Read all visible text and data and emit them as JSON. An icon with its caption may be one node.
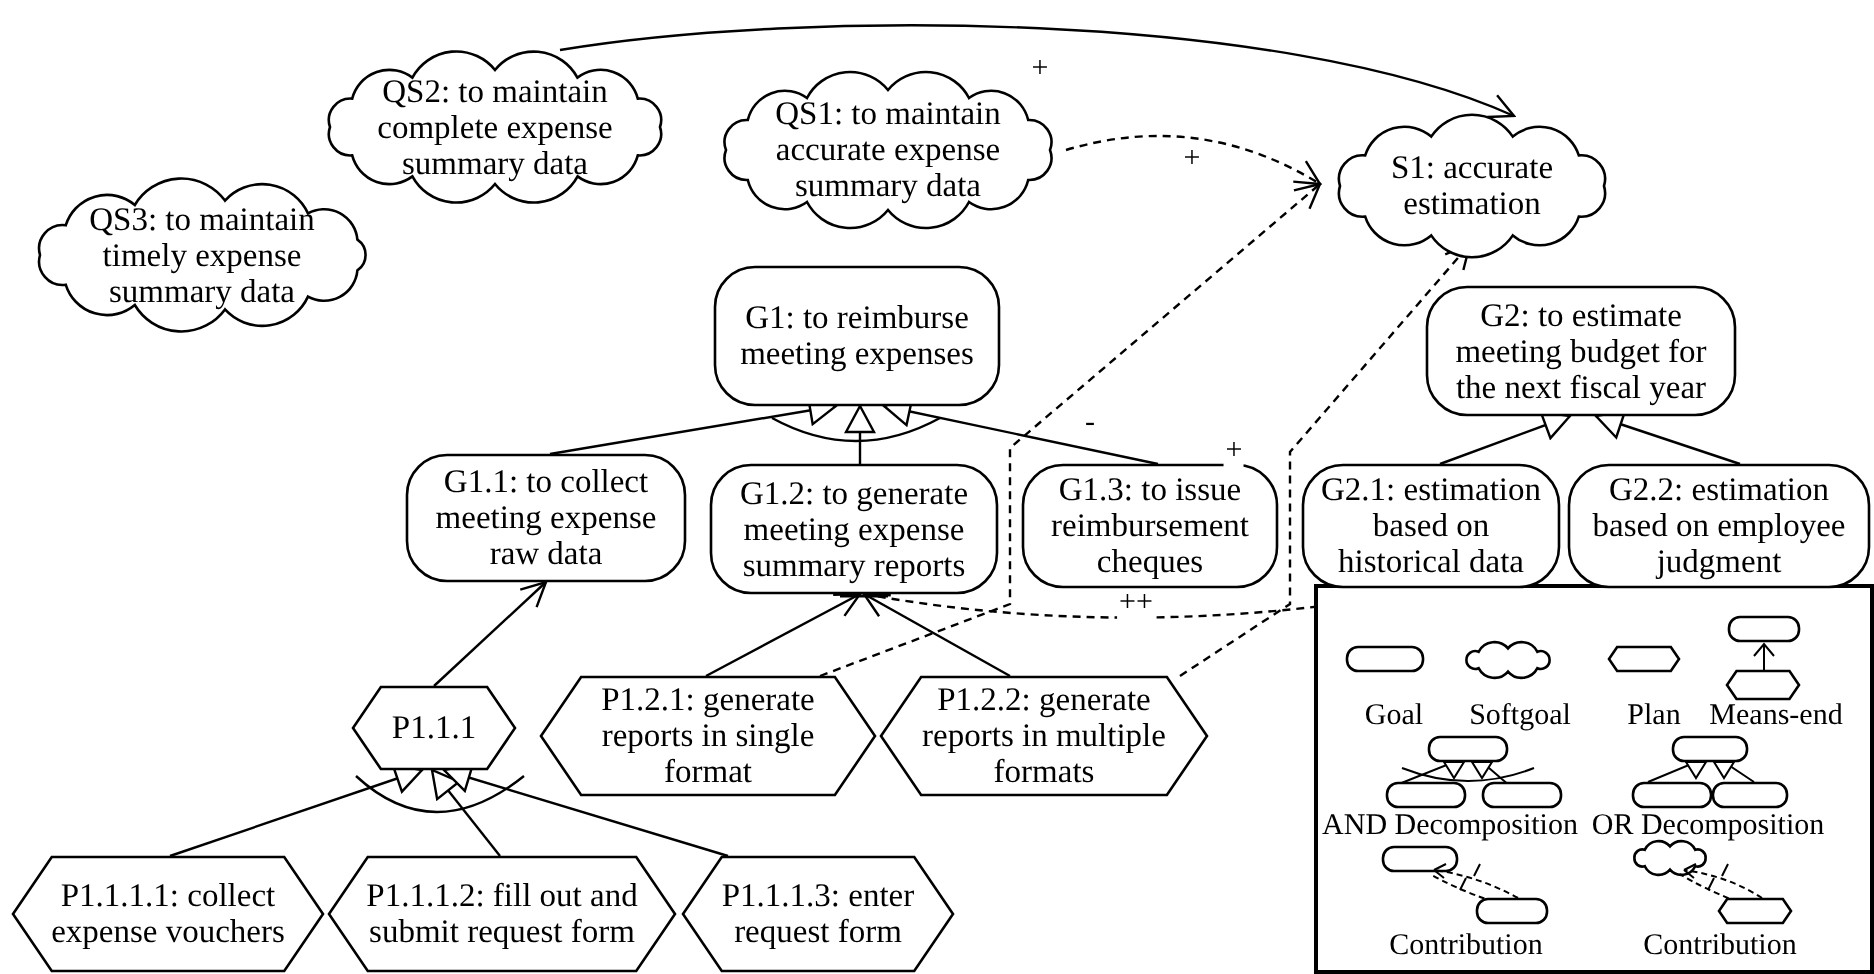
{
  "diagram": {
    "nodes": [
      {
        "text": [
          "QS2: to maintain complete expense summary data"
        ]
      },
      {
        "text": [
          "QS1: to maintain accurate expense summary data"
        ]
      },
      {
        "text": [
          "QS3: to maintain timely expense summary data"
        ]
      },
      {
        "text": [
          "S1: accurate estimation"
        ]
      },
      {
        "text": [
          "G1: to reimburse meeting expenses"
        ]
      },
      {
        "text": [
          "G2: to estimate meeting budget for the next fiscal year"
        ]
      },
      {
        "text": [
          "G1.1: to collect meeting expense raw data"
        ]
      },
      {
        "text": [
          "G1.2: to generate meeting expense summary reports"
        ]
      },
      {
        "text": [
          "G1.3: to issue reimbursement cheques"
        ]
      },
      {
        "text": [
          "G2.1: estimation based on historical data"
        ]
      },
      {
        "text": [
          "G2.2: estimation based on employee judgment"
        ]
      },
      {
        "text": [
          "P1.1.1"
        ]
      },
      {
        "text": [
          "P1.2.1: generate reports in single format"
        ]
      },
      {
        "text": [
          "P1.2.2: generate reports in multiple formats"
        ]
      },
      {
        "text": [
          "P1.1.1.1: collect expense vouchers"
        ]
      },
      {
        "text": [
          "P1.1.1.2: fill out and submit request form"
        ]
      },
      {
        "text": [
          "P1.1.1.3: enter request form"
        ]
      }
    ],
    "edges": [
      {
        "from": 0,
        "to": 3,
        "arrow": "to",
        "label": "+"
      },
      {
        "from": 1,
        "to": 3,
        "arrow": "to",
        "label": "+",
        "style": "dashed"
      },
      {
        "from": 12,
        "to": 3,
        "arrow": "to",
        "label": "-",
        "style": "dashed"
      },
      {
        "from": 13,
        "to": 3,
        "arrow": "to",
        "label": "+",
        "style": "dashed"
      },
      {
        "from": 7,
        "to": 9,
        "arrow": "to",
        "label": "++",
        "style": "dashed"
      },
      {
        "from": 6,
        "to": 4,
        "arrow": "to"
      },
      {
        "from": 7,
        "to": 4,
        "arrow": "to"
      },
      {
        "from": 8,
        "to": 4,
        "arrow": "to"
      },
      {
        "from": 9,
        "to": 5,
        "arrow": "to"
      },
      {
        "from": 10,
        "to": 5,
        "arrow": "to"
      },
      {
        "from": 11,
        "to": 6,
        "arrow": "to"
      },
      {
        "from": 12,
        "to": 7,
        "arrow": "to"
      },
      {
        "from": 13,
        "to": 7,
        "arrow": "to"
      },
      {
        "from": 14,
        "to": 11,
        "arrow": "to"
      },
      {
        "from": 15,
        "to": 11,
        "arrow": "to"
      },
      {
        "from": 16,
        "to": 11,
        "arrow": "to"
      }
    ],
    "legend": [
      {
        "text": "Goal"
      },
      {
        "text": "Softgoal"
      },
      {
        "text": "Plan"
      },
      {
        "text": "Means-end"
      },
      {
        "text": "AND Decomposition"
      },
      {
        "text": "OR Decomposition"
      },
      {
        "text": "Contribution"
      },
      {
        "text": "Contribution"
      }
    ]
  }
}
